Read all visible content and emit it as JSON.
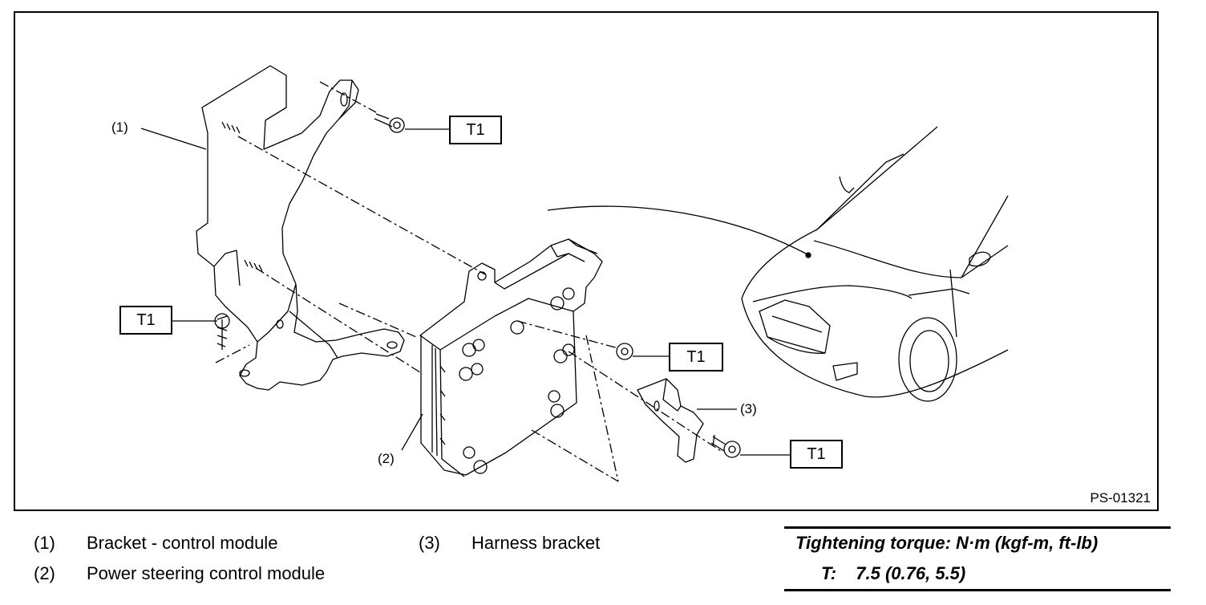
{
  "figure": {
    "code": "PS-01321",
    "callouts": {
      "c1": "(1)",
      "c2": "(2)",
      "c3": "(3)"
    },
    "torque_labels": {
      "t1": "T1",
      "t2": "T1",
      "t3": "T1",
      "t4": "T1"
    }
  },
  "legend": [
    {
      "num": "(1)",
      "text": "Bracket - control module"
    },
    {
      "num": "(2)",
      "text": "Power steering control module"
    },
    {
      "num": "(3)",
      "text": "Harness bracket"
    }
  ],
  "torque": {
    "heading": "Tightening torque: N·m (kgf-m, ft-lb)",
    "key": "T:",
    "value": "7.5 (0.76, 5.5)"
  }
}
